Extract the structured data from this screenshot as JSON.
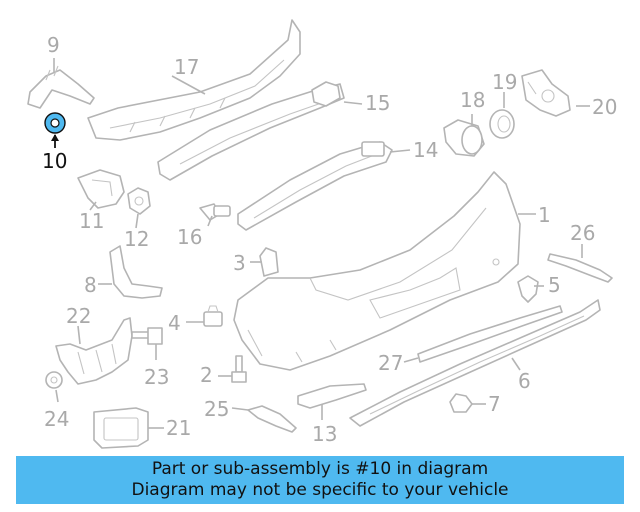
{
  "highlight": {
    "part_number": "10",
    "color": "#4fb9f0"
  },
  "callouts": [
    "1",
    "2",
    "3",
    "4",
    "5",
    "6",
    "7",
    "8",
    "9",
    "10",
    "11",
    "12",
    "13",
    "14",
    "15",
    "16",
    "17",
    "18",
    "19",
    "20",
    "21",
    "22",
    "23",
    "24",
    "25",
    "26",
    "27"
  ],
  "banner": {
    "line1": "Part or sub-assembly is #10 in diagram",
    "line2": "Diagram may not be specific to your vehicle"
  }
}
